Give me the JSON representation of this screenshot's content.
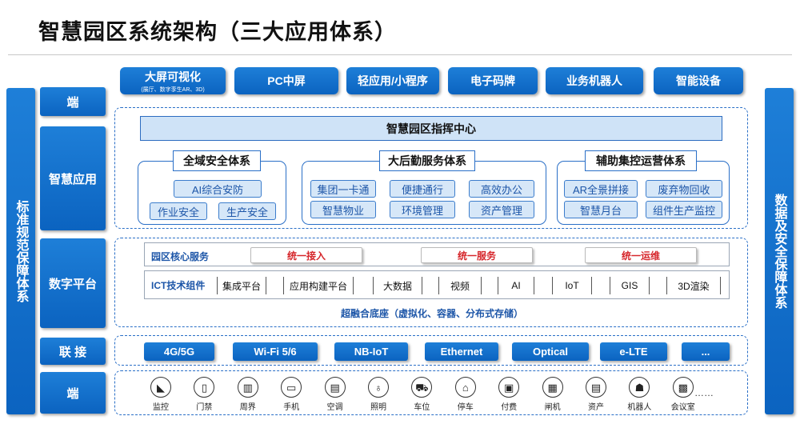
{
  "title": "智慧园区系统架构（三大应用体系）",
  "left_side": "标准规范保障体系",
  "right_side": "数据及安全保障体系",
  "layers": {
    "terminal_top": "端",
    "smart_app": "智慧应用",
    "digital_platform": "数字平台",
    "connect": "联 接",
    "terminal_bottom": "端"
  },
  "top_terminals": [
    {
      "label": "大屏可视化",
      "sub": "(展厅、数字孪生AR、3D)"
    },
    {
      "label": "PC中屏",
      "sub": ""
    },
    {
      "label": "轻应用/小程序",
      "sub": ""
    },
    {
      "label": "电子码牌",
      "sub": ""
    },
    {
      "label": "业务机器人",
      "sub": ""
    },
    {
      "label": "智能设备",
      "sub": ""
    }
  ],
  "command_center": "智慧园区指挥中心",
  "groups": [
    {
      "title": "全域安全体系",
      "items": [
        "AI综合安防",
        "作业安全",
        "生产安全"
      ]
    },
    {
      "title": "大后勤服务体系",
      "items": [
        "集团一卡通",
        "便捷通行",
        "高效办公",
        "智慧物业",
        "环境管理",
        "资产管理"
      ]
    },
    {
      "title": "辅助集控运营体系",
      "items": [
        "AR全景拼接",
        "废弃物回收",
        "智慧月台",
        "组件生产监控"
      ]
    }
  ],
  "platform": {
    "core_label": "园区核心服务",
    "core_services": [
      "统一接入",
      "统一服务",
      "统一运维"
    ],
    "ict_label": "ICT技术组件",
    "ict_items": [
      "集成平台",
      "应用构建平台",
      "大数据",
      "视频",
      "AI",
      "IoT",
      "GIS",
      "3D渲染"
    ],
    "hyper": "超融合底座（虚拟化、容器、分布式存储）"
  },
  "connectivity": [
    "4G/5G",
    "Wi-Fi 5/6",
    "NB-IoT",
    "Ethernet",
    "Optical",
    "e-LTE",
    "..."
  ],
  "devices": [
    {
      "label": "监控",
      "icon": "camera-icon",
      "glyph": "◣"
    },
    {
      "label": "门禁",
      "icon": "door-icon",
      "glyph": "▯"
    },
    {
      "label": "周界",
      "icon": "fence-icon",
      "glyph": "▥"
    },
    {
      "label": "手机",
      "icon": "phone-icon",
      "glyph": "▭"
    },
    {
      "label": "空调",
      "icon": "ac-icon",
      "glyph": "▤"
    },
    {
      "label": "照明",
      "icon": "bulb-icon",
      "glyph": "♁"
    },
    {
      "label": "车位",
      "icon": "car-icon",
      "glyph": "⛟"
    },
    {
      "label": "停车",
      "icon": "parking-icon",
      "glyph": "⌂"
    },
    {
      "label": "付费",
      "icon": "payment-icon",
      "glyph": "▣"
    },
    {
      "label": "闸机",
      "icon": "gate-icon",
      "glyph": "▦"
    },
    {
      "label": "资产",
      "icon": "asset-icon",
      "glyph": "▤"
    },
    {
      "label": "机器人",
      "icon": "robot-icon",
      "glyph": "☗"
    },
    {
      "label": "会议室",
      "icon": "meeting-icon",
      "glyph": "▩"
    }
  ],
  "devices_more": "……",
  "colors": {
    "primary": "#0b63c0",
    "accent_red": "#d6262b",
    "chip_bg": "#d6e7f8"
  }
}
